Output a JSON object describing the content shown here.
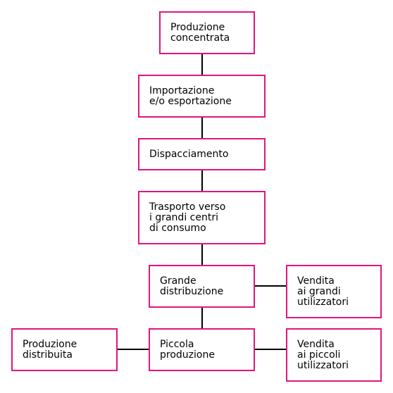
{
  "colors": {
    "box_border": "#e0157f",
    "connector": "#000000",
    "text": "#000000",
    "background": "#ffffff"
  },
  "nodes": {
    "produzione_concentrata": "Produzione\nconcentrata",
    "importazione_esportazione": "Importazione\ne/o esportazione",
    "dispacciamento": "Dispacciamento",
    "trasporto": "Trasporto verso\ni grandi centri\ndi consumo",
    "grande_distribuzione": "Grande\ndistribuzione",
    "vendita_grandi": "Vendita\nai grandi\nutilizzatori",
    "piccola_produzione": "Piccola\nproduzione",
    "produzione_distribuita": "Produzione\ndistribuita",
    "vendita_piccoli": "Vendita\nai piccoli\nutilizzatori"
  }
}
